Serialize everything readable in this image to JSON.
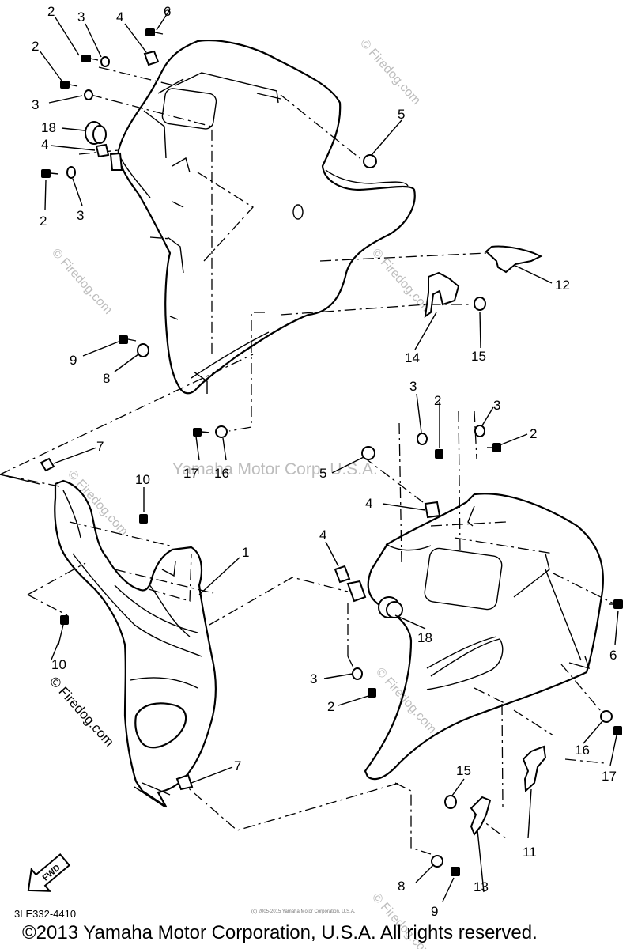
{
  "watermark": {
    "brand": "© Firedog.com",
    "center_text": "Yamaha Motor Corp. U.S.A."
  },
  "diagram_code": "3LE332-4410",
  "footer_small": "(c) 2005-2015 Yamaha Motor Corporation, U.S.A.",
  "copyright": "©2013 Yamaha Motor Corporation, U.S.A. All rights reserved.",
  "fwd_label": "FWD",
  "callouts": [
    "1",
    "2",
    "2",
    "2",
    "2",
    "2",
    "2",
    "3",
    "3",
    "3",
    "3",
    "3",
    "3",
    "4",
    "4",
    "4",
    "4",
    "5",
    "5",
    "6",
    "6",
    "7",
    "7",
    "8",
    "8",
    "9",
    "9",
    "10",
    "10",
    "11",
    "12",
    "13",
    "14",
    "15",
    "15",
    "16",
    "16",
    "17",
    "17",
    "18",
    "18"
  ]
}
